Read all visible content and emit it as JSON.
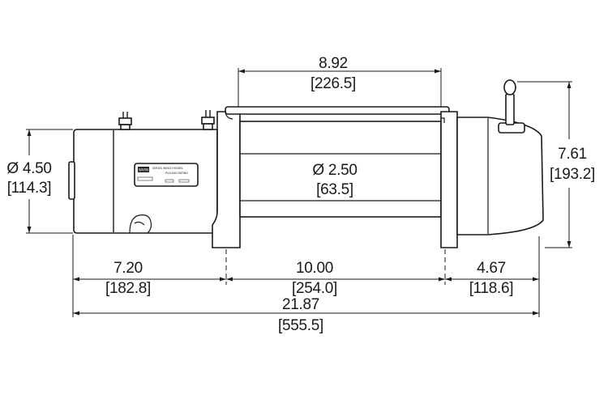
{
  "dimensions": {
    "drum_length": {
      "inch": "8.92",
      "mm": "[226.5]"
    },
    "motor_diameter": {
      "inch": "Ø 4.50",
      "mm": "[114.3]"
    },
    "drum_diameter": {
      "inch": "Ø 2.50",
      "mm": "[63.5]"
    },
    "overall_height": {
      "inch": "7.61",
      "mm": "[193.2]"
    },
    "motor_to_mount": {
      "inch": "7.20",
      "mm": "[182.8]"
    },
    "mount_spacing": {
      "inch": "10.00",
      "mm": "[254.0]"
    },
    "mount_to_end": {
      "inch": "4.67",
      "mm": "[118.6]"
    },
    "overall_length": {
      "inch": "21.87",
      "mm": "[555.5]"
    }
  },
  "nameplate": {
    "logo": "WARN",
    "text_lines": [
      "SERIES WINCH MODEL",
      "PULLING RATING"
    ]
  },
  "colors": {
    "line": "#1a1a1a",
    "background": "#ffffff"
  }
}
